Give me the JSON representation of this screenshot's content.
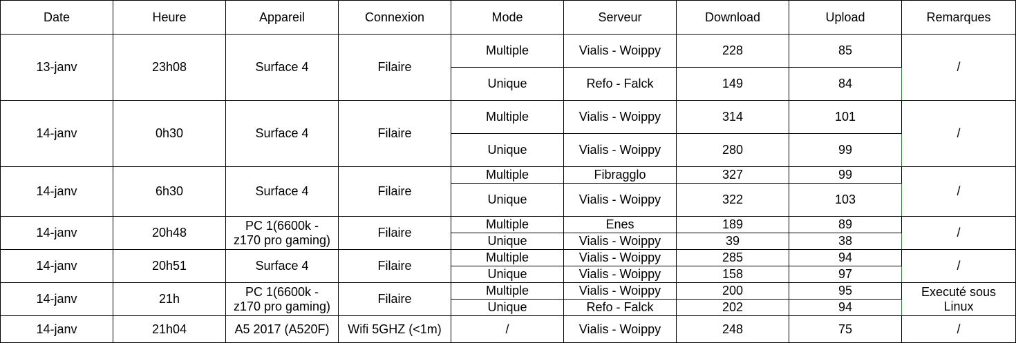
{
  "headers": [
    "Date",
    "Heure",
    "Appareil",
    "Connexion",
    "Mode",
    "Serveur",
    "Download",
    "Upload",
    "Remarques"
  ],
  "groups": [
    {
      "date": "13-janv",
      "heure": "23h08",
      "appareil": "Surface 4",
      "connexion": "Filaire",
      "remarques": "/",
      "rows": [
        {
          "mode": "Multiple",
          "serveur": "Vialis - Woippy",
          "download": "228",
          "upload": "85"
        },
        {
          "mode": "Unique",
          "serveur": "Refo - Falck",
          "download": "149",
          "upload": "84"
        }
      ]
    },
    {
      "date": "14-janv",
      "heure": "0h30",
      "appareil": "Surface 4",
      "connexion": "Filaire",
      "remarques": "/",
      "rows": [
        {
          "mode": "Multiple",
          "serveur": "Vialis - Woippy",
          "download": "314",
          "upload": "101"
        },
        {
          "mode": "Unique",
          "serveur": "Vialis - Woippy",
          "download": "280",
          "upload": "99"
        }
      ]
    },
    {
      "date": "14-janv",
      "heure": "6h30",
      "appareil": "Surface 4",
      "connexion": "Filaire",
      "remarques": "/",
      "rows": [
        {
          "mode": "Multiple",
          "serveur": "Fibragglo",
          "download": "327",
          "upload": "99"
        },
        {
          "mode": "Unique",
          "serveur": "Vialis - Woippy",
          "download": "322",
          "upload": "103"
        }
      ]
    },
    {
      "date": "14-janv",
      "heure": "20h48",
      "appareil": "PC 1(6600k -\nz170 pro gaming)",
      "connexion": "Filaire",
      "remarques": "/",
      "rows": [
        {
          "mode": "Multiple",
          "serveur": "Enes",
          "download": "189",
          "upload": "89"
        },
        {
          "mode": "Unique",
          "serveur": "Vialis - Woippy",
          "download": "39",
          "upload": "38"
        }
      ]
    },
    {
      "date": "14-janv",
      "heure": "20h51",
      "appareil": "Surface 4",
      "connexion": "Filaire",
      "remarques": "/",
      "rows": [
        {
          "mode": "Multiple",
          "serveur": "Vialis - Woippy",
          "download": "285",
          "upload": "94"
        },
        {
          "mode": "Unique",
          "serveur": "Vialis - Woippy",
          "download": "158",
          "upload": "97"
        }
      ]
    },
    {
      "date": "14-janv",
      "heure": "21h",
      "appareil": "PC 1(6600k -\nz170 pro gaming)",
      "connexion": "Filaire",
      "remarques": "Executé sous\nLinux",
      "rows": [
        {
          "mode": "Multiple",
          "serveur": "Vialis - Woippy",
          "download": "200",
          "upload": "95"
        },
        {
          "mode": "Unique",
          "serveur": "Refo - Falck",
          "download": "202",
          "upload": "94"
        }
      ]
    },
    {
      "date": "14-janv",
      "heure": "21h04",
      "appareil": "A5 2017 (A520F)",
      "connexion": "Wifi 5GHZ (<1m)",
      "remarques": "/",
      "rows": [
        {
          "mode": "/",
          "serveur": "Vialis - Woippy",
          "download": "248",
          "upload": "75"
        }
      ]
    }
  ],
  "colors": {
    "border": "#000000",
    "remarks_divider": "#2e8b3e"
  }
}
